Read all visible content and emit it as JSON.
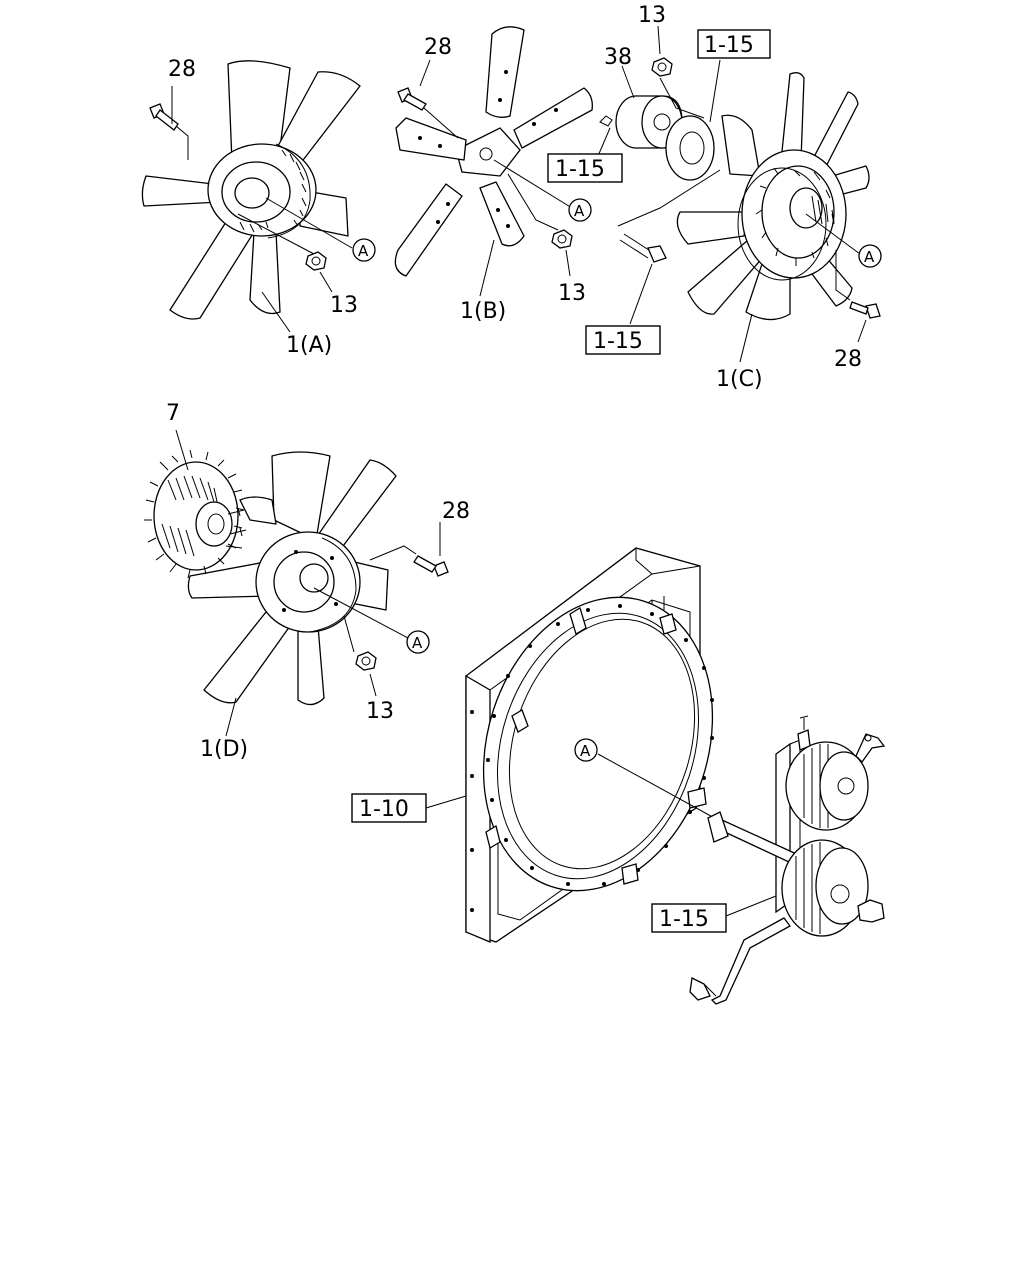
{
  "callouts": {
    "part_28": "28",
    "part_13": "13",
    "part_38": "38",
    "part_7": "7",
    "variant_a": "1(A)",
    "variant_b": "1(B)",
    "variant_c": "1(C)",
    "variant_d": "1(D)",
    "ref_a": "A"
  },
  "references": {
    "ref_1_15": "1-15",
    "ref_1_10": "1-10"
  }
}
